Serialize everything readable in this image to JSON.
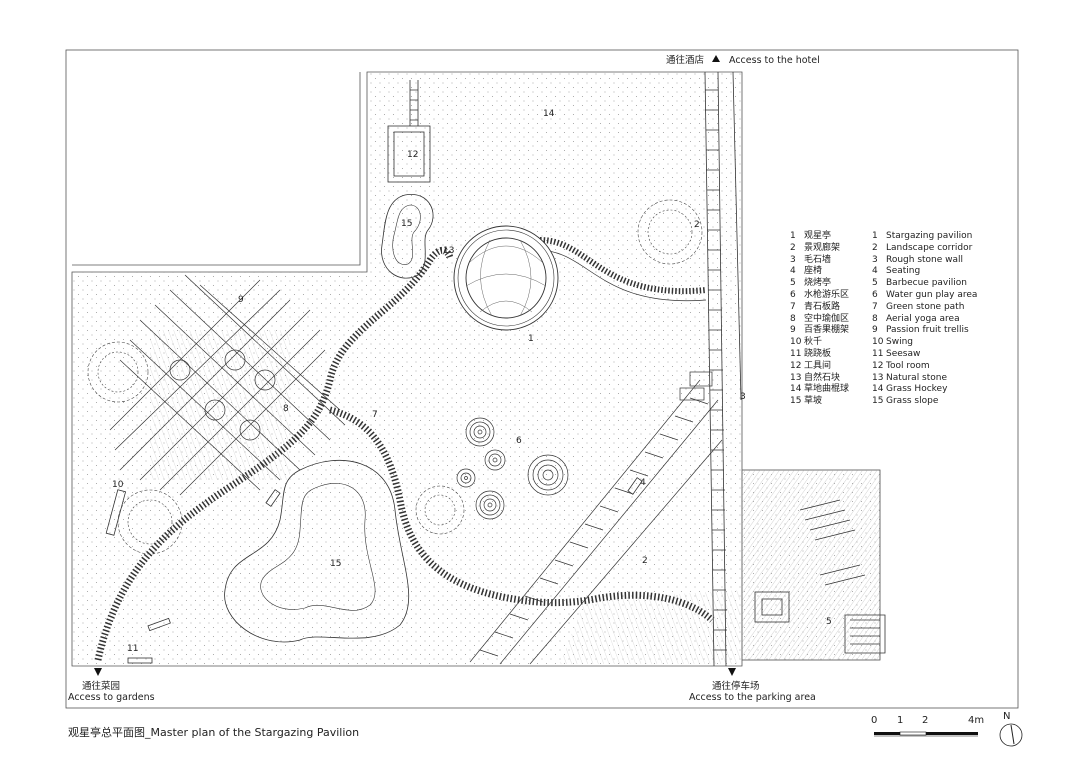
{
  "access": {
    "hotel_cn": "通往酒店",
    "hotel_en": "Access to the hotel",
    "gardens_cn": "通往菜园",
    "gardens_en": "Access to  gardens",
    "parking_cn": "通往停车场",
    "parking_en": "Access to the parking area"
  },
  "map_numbers": {
    "n1": "1",
    "n2a": "2",
    "n2b": "2",
    "n3": "3",
    "n4": "4",
    "n5": "5",
    "n6": "6",
    "n7": "7",
    "n8": "8",
    "n9": "9",
    "n10": "10",
    "n11": "11",
    "n12": "12",
    "n13": "13",
    "n14": "14",
    "n15a": "15",
    "n15b": "15"
  },
  "legend": [
    {
      "num": "1",
      "cn": "观星亭",
      "en": "Stargazing pavilion"
    },
    {
      "num": "2",
      "cn": "景观廊架",
      "en": "Landscape corridor"
    },
    {
      "num": "3",
      "cn": "毛石墙",
      "en": "Rough stone wall"
    },
    {
      "num": "4",
      "cn": "座椅",
      "en": "Seating"
    },
    {
      "num": "5",
      "cn": "烧烤亭",
      "en": "Barbecue pavilion"
    },
    {
      "num": "6",
      "cn": "水枪游乐区",
      "en": "Water gun play area"
    },
    {
      "num": "7",
      "cn": "青石板路",
      "en": "Green stone path"
    },
    {
      "num": "8",
      "cn": "空中瑜伽区",
      "en": "Aerial yoga area"
    },
    {
      "num": "9",
      "cn": "百香果棚架",
      "en": "Passion fruit trellis"
    },
    {
      "num": "10",
      "cn": "秋千",
      "en": "Swing"
    },
    {
      "num": "11",
      "cn": "跷跷板",
      "en": "Seesaw"
    },
    {
      "num": "12",
      "cn": "工具间",
      "en": "Tool room"
    },
    {
      "num": "13",
      "cn": "自然石块",
      "en": "Natural stone"
    },
    {
      "num": "14",
      "cn": "草地曲棍球",
      "en": "Grass Hockey"
    },
    {
      "num": "15",
      "cn": "草坡",
      "en": "Grass slope"
    }
  ],
  "caption": "观星亭总平面图_Master plan of  the Stargazing Pavilion",
  "scale": {
    "s0": "0",
    "s1": "1",
    "s2": "2",
    "s4": "4m"
  },
  "north": "N"
}
